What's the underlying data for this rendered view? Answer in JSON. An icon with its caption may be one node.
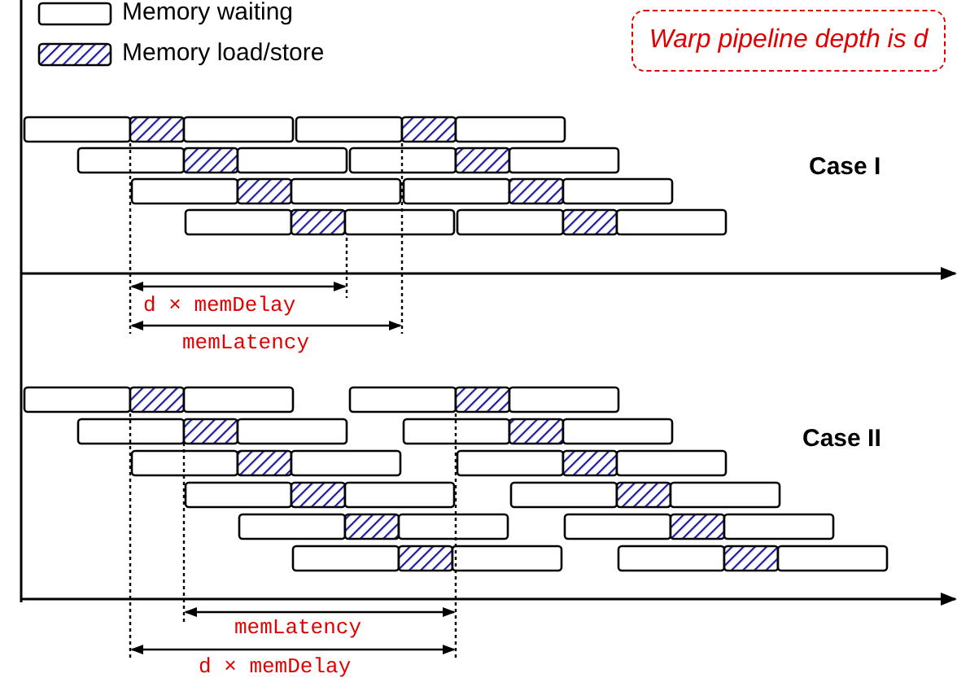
{
  "diagram": {
    "nodes": [
      {
        "text": [
          "Warp pipeline depth is d"
        ]
      }
    ],
    "labels": [
      "Case I",
      "Case II",
      "d × memDelay",
      "memLatency",
      "memLatency",
      "d × memDelay"
    ],
    "legend": [
      {
        "text": "Memory waiting"
      },
      {
        "text": "Memory load/store"
      }
    ]
  }
}
